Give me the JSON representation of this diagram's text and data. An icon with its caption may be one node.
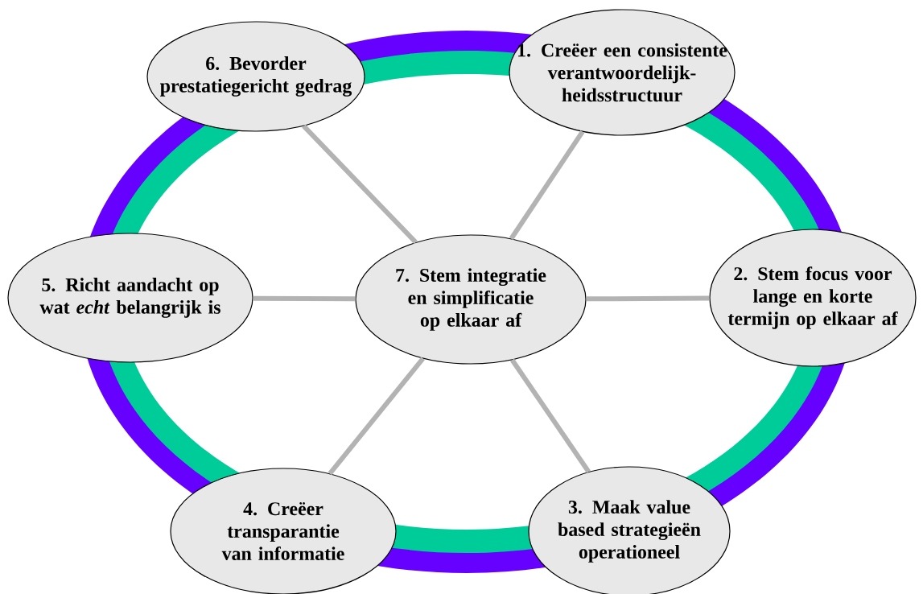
{
  "diagram": {
    "nodes": [
      {
        "text": [
          "1. Creëer een consistente verantwoordelijk-heidsstructuur"
        ]
      },
      {
        "text": [
          "2. Stem focus voor lange en korte termijn op elkaar af"
        ]
      },
      {
        "text": [
          "3. Maak value based strategieën operationeel"
        ]
      },
      {
        "text": [
          "4. Creëer transparantie van informatie"
        ]
      },
      {
        "text": [
          "5. Richt aandacht op wat *echt* belangrijk is"
        ]
      },
      {
        "text": [
          "6. Bevorder prestatiegericht gedrag"
        ]
      },
      {
        "text": [
          "7. Stem integratie en simplificatie op elkaar af"
        ]
      }
    ],
    "edges": [
      {
        "from": 6,
        "to": 0,
        "arrow": "none"
      },
      {
        "from": 6,
        "to": 1,
        "arrow": "none"
      },
      {
        "from": 6,
        "to": 2,
        "arrow": "none"
      },
      {
        "from": 6,
        "to": 3,
        "arrow": "none"
      },
      {
        "from": 6,
        "to": 4,
        "arrow": "none"
      },
      {
        "from": 6,
        "to": 5,
        "arrow": "none"
      }
    ]
  }
}
